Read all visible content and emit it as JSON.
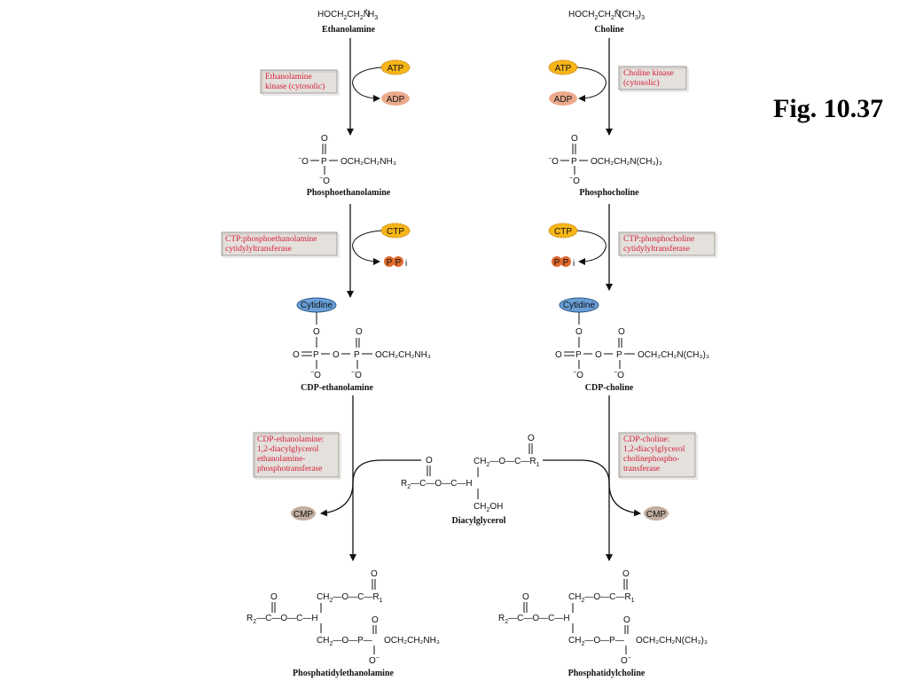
{
  "figure_label": "Fig. 10.37",
  "left": {
    "m1_formula": "HOCH₂CH₂N̈H₃",
    "m1_name": "Ethanolamine",
    "enzyme1": [
      "Ethanolamine",
      "kinase (cytosolic)"
    ],
    "m2_group": "OCH₂CH₂NH₃",
    "m2_name": "Phosphoethanolamine",
    "enzyme2": [
      "CTP:phosphoethanolamine",
      "cytidylyltransferase"
    ],
    "m3_group": "OCH₂CH₂NH₃",
    "m3_name": "CDP-ethanolamine",
    "enzyme3": [
      "CDP-ethanolamine:",
      "1,2-diacylglycerol",
      "ethanolamine-",
      "phosphotransferase"
    ],
    "product_group": "OCH₂CH₂NH₃",
    "product_name": "Phosphatidylethanolamine"
  },
  "right": {
    "m1_name": "Choline",
    "enzyme1": [
      "Choline kinase",
      "(cytosolic)"
    ],
    "m2_group": "OCH₂CH₂N(CH₃)₃",
    "m2_name": "Phosphocholine",
    "enzyme2": [
      "CTP:phosphocholine",
      "cytidylyltransferase"
    ],
    "m3_group": "OCH₂CH₂N(CH₃)₃",
    "m3_name": "CDP-choline",
    "enzyme3": [
      "CDP-choline:",
      "1,2-diacylglycerol",
      "cholinephospho-",
      "transferase"
    ],
    "product_group": "OCH₂CH₂N(CH₃)₃",
    "product_name": "Phosphatidylcholine"
  },
  "center": {
    "name": "Diacylglycerol"
  },
  "tokens": {
    "atp": "ATP",
    "adp": "ADP",
    "ctp": "CTP",
    "p": "P",
    "pi_sub": "i",
    "cmp": "CMP",
    "cytidine": "Cytidine"
  },
  "colors": {
    "enzyme_text": "#d41c38",
    "enzyme_box": "#e4e0dc",
    "atp_fill": "#f7b518",
    "adp_fill": "#ecaa8c",
    "pp_fill": "#e06a2c",
    "cytidine_fill": "#6a9fd8",
    "cmp_fill": "#c2aea0"
  }
}
